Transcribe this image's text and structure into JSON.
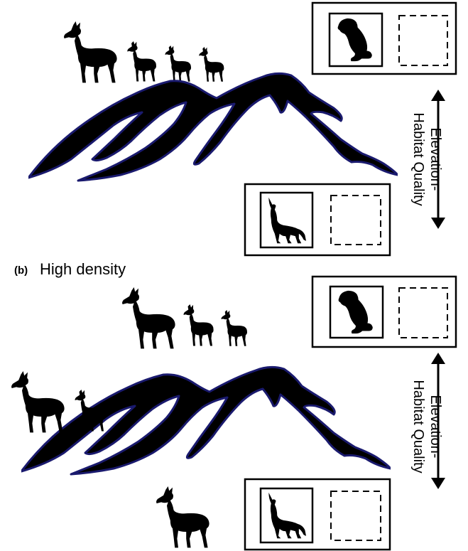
{
  "panel_b": {
    "label": "(b)",
    "title": "High density"
  },
  "axis": {
    "line1": "Elevation-",
    "line2": "Habitat Quality"
  },
  "icons": {
    "mountain": "mountain-silhouette-icon",
    "deer": "deer-silhouette-icon",
    "cougar": "cougar-silhouette-icon",
    "wolf": "howling-wolf-silhouette-icon"
  },
  "colors": {
    "silhouette": "#000000",
    "mountain_outline": "#1a1a6e",
    "background": "#ffffff"
  }
}
